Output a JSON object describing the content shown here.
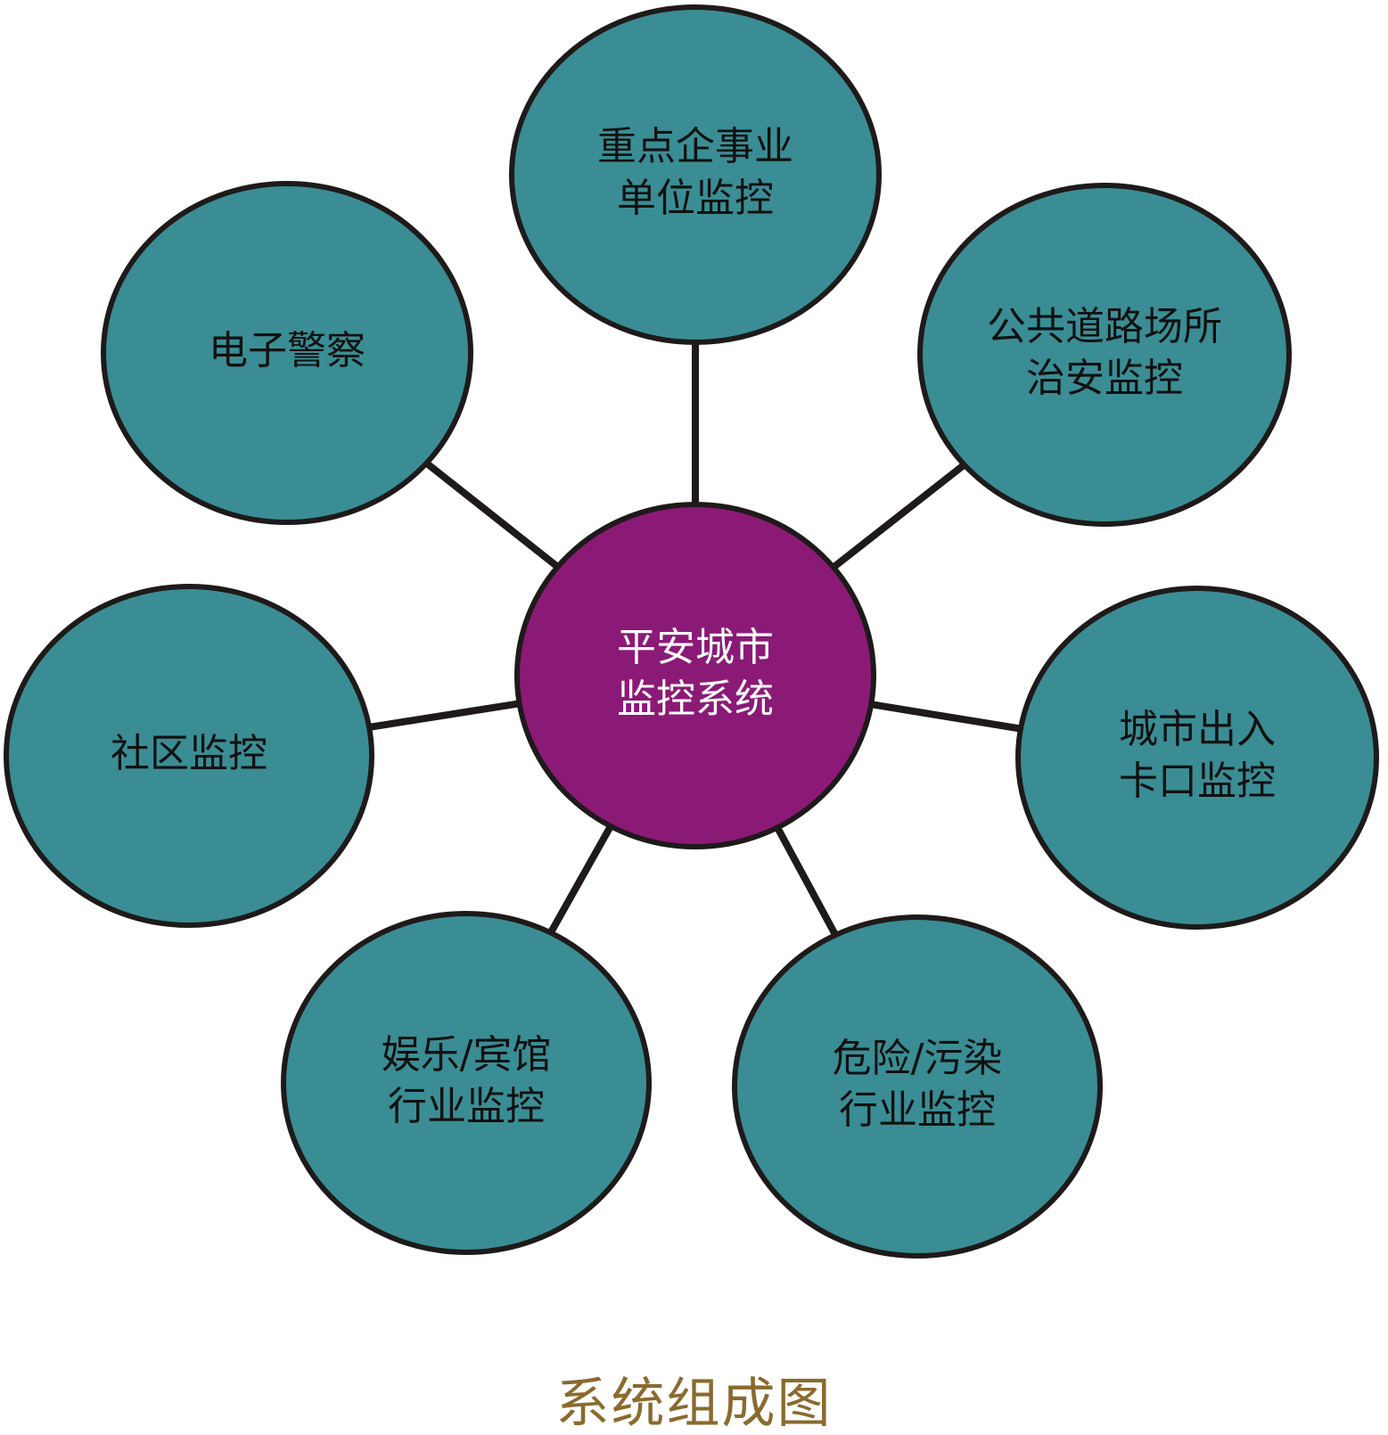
{
  "diagram": {
    "center": {
      "name": "center-node-safe-city",
      "lines": [
        "平安城市",
        "监控系统"
      ]
    },
    "nodes": [
      {
        "name": "node-key-enterprise-monitoring",
        "lines": [
          "重点企事业",
          "单位监控"
        ]
      },
      {
        "name": "node-public-road-security-monitoring",
        "lines": [
          "公共道路场所",
          "治安监控"
        ]
      },
      {
        "name": "node-city-checkpoint-monitoring",
        "lines": [
          "城市出入",
          "卡口监控"
        ]
      },
      {
        "name": "node-hazard-pollution-monitoring",
        "lines": [
          "危险/污染",
          "行业监控"
        ]
      },
      {
        "name": "node-entertainment-hotel-monitoring",
        "lines": [
          "娱乐/宾馆",
          "行业监控"
        ]
      },
      {
        "name": "node-community-monitoring",
        "lines": [
          "社区监控"
        ]
      },
      {
        "name": "node-electronic-police",
        "lines": [
          "电子警察"
        ]
      }
    ],
    "colors": {
      "node_fill": "#3a8d94",
      "center_fill": "#8b1a77",
      "outline": "#1f1a1a",
      "node_text": "#111111",
      "center_text": "#ffffff",
      "caption_text": "#8a6a2e"
    }
  },
  "caption": "系统组成图"
}
